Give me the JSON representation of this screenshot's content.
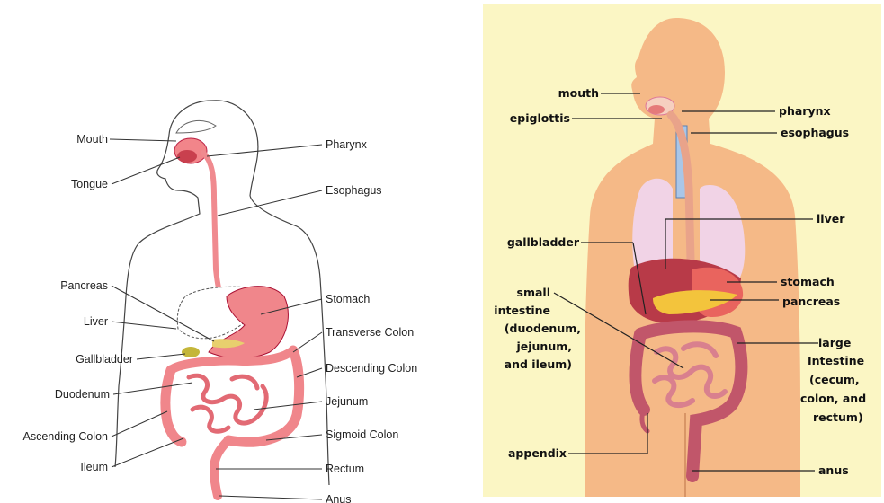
{
  "left_diagram": {
    "labels": {
      "mouth": "Mouth",
      "tongue": "Tongue",
      "pharynx": "Pharynx",
      "esophagus": "Esophagus",
      "pancreas": "Pancreas",
      "liver": "Liver",
      "gallbladder": "Gallbladder",
      "duodenum": "Duodenum",
      "ascending_colon": "Ascending Colon",
      "ileum": "Ileum",
      "stomach": "Stomach",
      "transverse_colon": "Transverse Colon",
      "descending_colon": "Descending Colon",
      "jejunum": "Jejunum",
      "sigmoid_colon": "Sigmoid Colon",
      "rectum": "Rectum",
      "anus": "Anus"
    }
  },
  "right_diagram": {
    "labels": {
      "mouth": "mouth",
      "epiglottis": "epiglottis",
      "pharynx": "pharynx",
      "esophagus": "esophagus",
      "liver": "liver",
      "gallbladder": "gallbladder",
      "small_intestine_1": "small",
      "small_intestine_2": "intestine",
      "small_intestine_3": "(duodenum,",
      "small_intestine_4": "jejunum,",
      "small_intestine_5": "and ileum)",
      "stomach": "stomach",
      "pancreas": "pancreas",
      "large_intestine_1": "large",
      "large_intestine_2": "Intestine",
      "large_intestine_3": "(cecum,",
      "large_intestine_4": "colon, and",
      "large_intestine_5": "rectum)",
      "appendix": "appendix",
      "anus": "anus"
    }
  },
  "colors": {
    "right_background": "#fbf6c4",
    "body_skin": "#f5b987",
    "lung": "#f1d3e6",
    "organ_pink": "#f2858a",
    "liver": "#b83a48",
    "pancreas_yellow": "#f3c43c",
    "intestine": "#c1566a"
  }
}
